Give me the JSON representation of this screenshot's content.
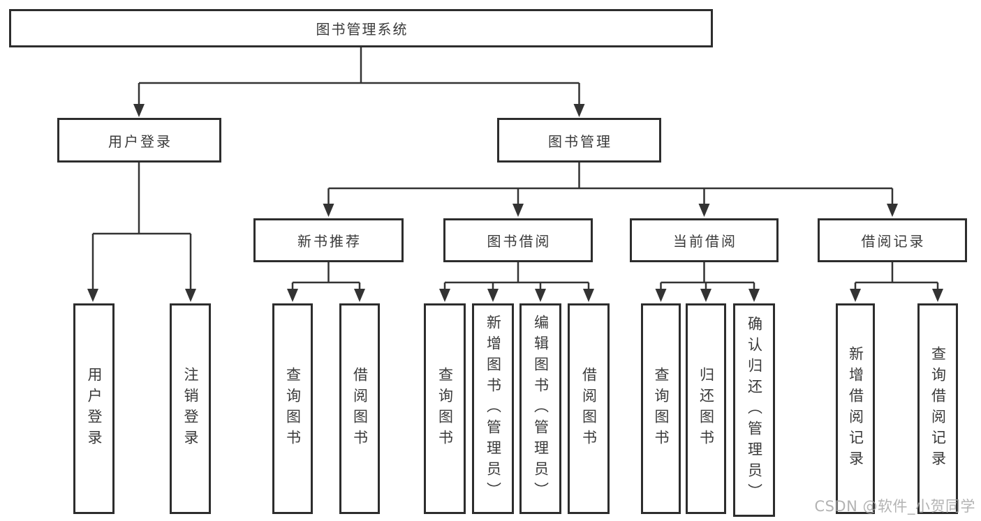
{
  "tree": {
    "root": "图书管理系统",
    "branches": [
      {
        "label": "用户登录",
        "children": [
          "用户登录",
          "注销登录"
        ]
      },
      {
        "label": "图书管理",
        "sections": [
          {
            "label": "新书推荐",
            "children": [
              "查询图书",
              "借阅图书"
            ]
          },
          {
            "label": "图书借阅",
            "children": [
              "查询图书",
              "新增图书（管理员）",
              "编辑图书（管理员）",
              "借阅图书"
            ]
          },
          {
            "label": "当前借阅",
            "children": [
              "查询图书",
              "归还图书",
              "确认归还（管理员）"
            ]
          },
          {
            "label": "借阅记录",
            "children": [
              "新增借阅记录",
              "查询借阅记录"
            ]
          }
        ]
      }
    ]
  },
  "watermark": "CSDN @软件_小贺同学",
  "colors": {
    "line": "#333333",
    "border": "#2d2d2d",
    "text": "#3a3a3a",
    "watermark": "#a6a6a6"
  }
}
